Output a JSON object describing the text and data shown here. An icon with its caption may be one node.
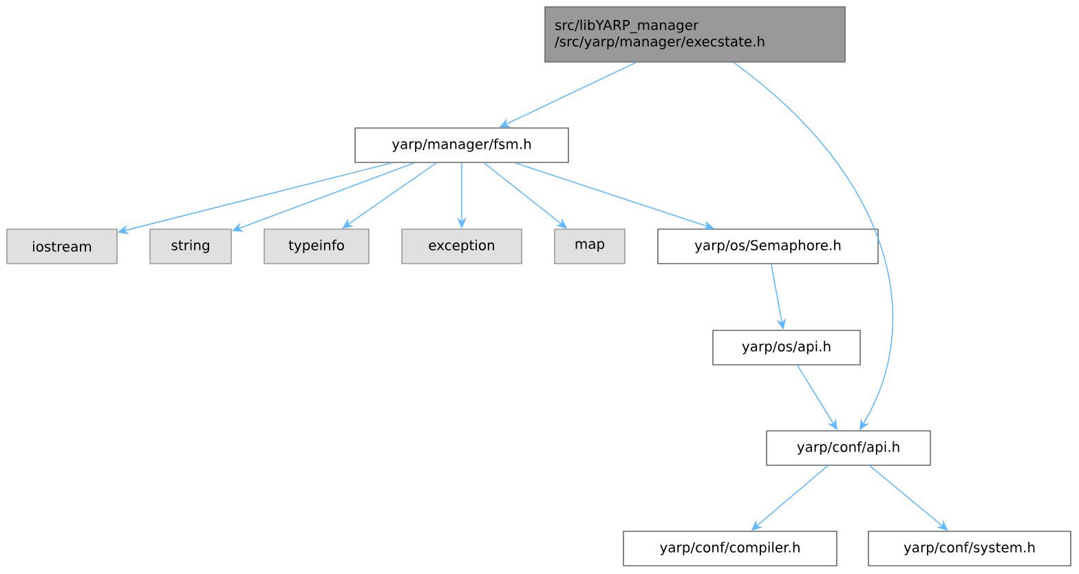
{
  "diagram": {
    "nodes": [
      {
        "text": [
          "src/libYARP_manager /src/yarp/manager/execstate.h"
        ]
      },
      {
        "text": [
          "yarp/manager/fsm.h"
        ]
      },
      {
        "text": [
          "iostream"
        ]
      },
      {
        "text": [
          "string"
        ]
      },
      {
        "text": [
          "typeinfo"
        ]
      },
      {
        "text": [
          "exception"
        ]
      },
      {
        "text": [
          "map"
        ]
      },
      {
        "text": [
          "yarp/os/Semaphore.h"
        ]
      },
      {
        "text": [
          "yarp/os/api.h"
        ]
      },
      {
        "text": [
          "yarp/conf/api.h"
        ]
      },
      {
        "text": [
          "yarp/conf/compiler.h"
        ]
      },
      {
        "text": [
          "yarp/conf/system.h"
        ]
      }
    ],
    "edges": [
      {
        "from": 0,
        "to": 1,
        "arrow": "to"
      },
      {
        "from": 0,
        "to": 9,
        "arrow": "to"
      },
      {
        "from": 1,
        "to": 2,
        "arrow": "to"
      },
      {
        "from": 1,
        "to": 3,
        "arrow": "to"
      },
      {
        "from": 1,
        "to": 4,
        "arrow": "to"
      },
      {
        "from": 1,
        "to": 5,
        "arrow": "to"
      },
      {
        "from": 1,
        "to": 6,
        "arrow": "to"
      },
      {
        "from": 1,
        "to": 7,
        "arrow": "to"
      },
      {
        "from": 7,
        "to": 8,
        "arrow": "to"
      },
      {
        "from": 8,
        "to": 9,
        "arrow": "to"
      },
      {
        "from": 9,
        "to": 10,
        "arrow": "to"
      },
      {
        "from": 9,
        "to": 11,
        "arrow": "to"
      }
    ]
  }
}
